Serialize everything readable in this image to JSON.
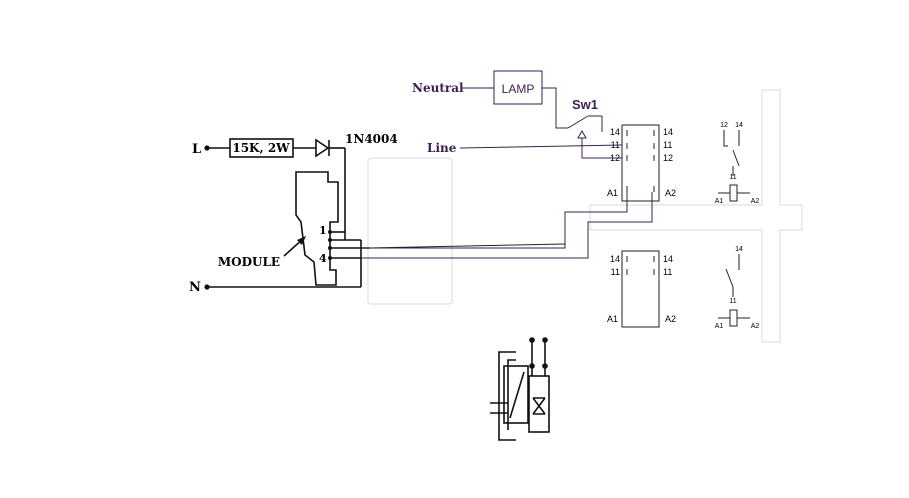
{
  "labels": {
    "L": "L",
    "N": "N",
    "resistor": "15K, 2W",
    "diode": "1N4004",
    "module": "MODULE",
    "pin1": "1",
    "pin4": "4",
    "neutral": "Neutral",
    "lamp": "LAMP",
    "switch": "Sw1",
    "line": "Line"
  },
  "relay_top": {
    "left_pins": [
      "14",
      "11",
      "12"
    ],
    "right_pins": [
      "14",
      "11",
      "12"
    ],
    "coil_left": "A1",
    "coil_right": "A2"
  },
  "relay_bottom": {
    "left_pins": [
      "14",
      "11"
    ],
    "right_pins": [
      "14",
      "11"
    ],
    "coil_left": "A1",
    "coil_right": "A2"
  },
  "symbol_top": {
    "contact_a": "12",
    "contact_b": "14",
    "common": "11",
    "coil_left": "A1",
    "coil_right": "A2"
  },
  "symbol_bottom": {
    "contact_b": "14",
    "common": "11",
    "coil_left": "A1",
    "coil_right": "A2"
  },
  "colors": {
    "wire": "#111111",
    "wire_purple": "#3a1f4f",
    "faint_outline": "#d8d8d8"
  }
}
